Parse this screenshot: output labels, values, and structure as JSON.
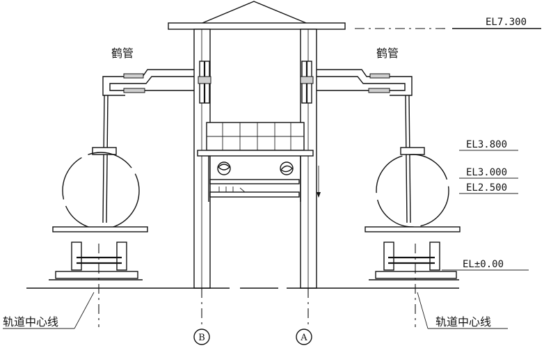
{
  "labels": {
    "crane_pipe_left": "鹤管",
    "crane_pipe_right": "鹤管",
    "track_center_left": "轨道中心线",
    "track_center_right": "轨道中心线",
    "axis_b": "B",
    "axis_a": "A"
  },
  "elevations": {
    "el_7300": "EL7.300",
    "el_3800": "EL3.800",
    "el_3000": "EL3.000",
    "el_2500": "EL2.500",
    "el_000": "EL±0.00"
  }
}
